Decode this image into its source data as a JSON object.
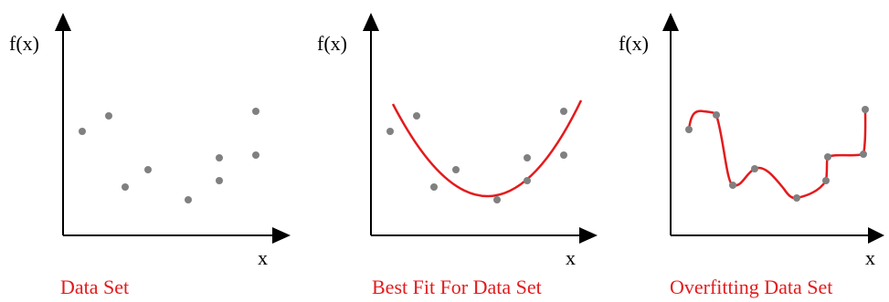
{
  "colors": {
    "axis": "#000000",
    "point": "#808080",
    "curve": "#e41a1c",
    "caption": "#e41a1c"
  },
  "panels": [
    {
      "id": "data-set",
      "ylabel": "f(x)",
      "xlabel": "x",
      "caption": "Data Set",
      "curve": "none"
    },
    {
      "id": "best-fit",
      "ylabel": "f(x)",
      "xlabel": "x",
      "caption": "Best Fit For Data Set",
      "curve": "smooth-fit"
    },
    {
      "id": "overfitting",
      "ylabel": "f(x)",
      "xlabel": "x",
      "caption": "Overfitting Data Set",
      "curve": "interpolating"
    }
  ]
}
